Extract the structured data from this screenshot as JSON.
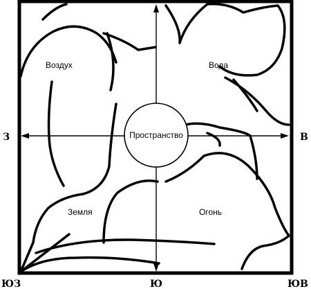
{
  "elements": {
    "air": "Воздух",
    "water": "Вода",
    "earth": "Земля",
    "fire": "Огонь",
    "space": "Пространство"
  },
  "directions": {
    "west": "З",
    "east": "В",
    "south": "Ю",
    "southwest": "ЮЗ",
    "southeast": "ЮВ"
  }
}
